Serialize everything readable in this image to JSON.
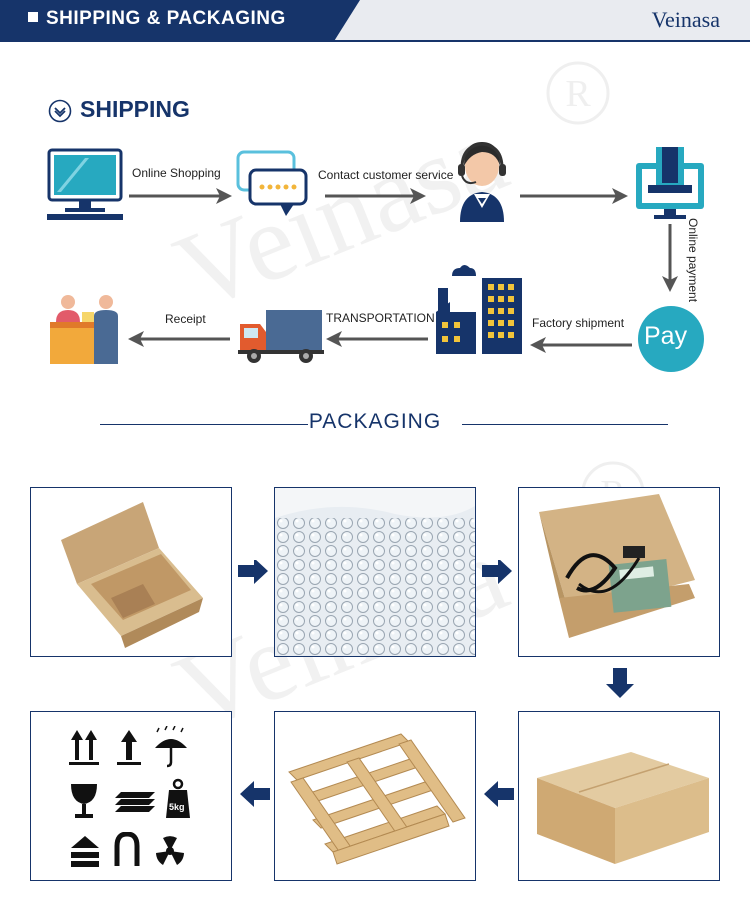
{
  "banner": {
    "title": "SHIPPING & PACKAGING",
    "brand": "Veinasa"
  },
  "shipping": {
    "title": "SHIPPING",
    "steps": {
      "online_shopping": "Online Shopping",
      "contact": "Contact customer service",
      "online_payment": "Online payment",
      "factory_shipment": "Factory shipment",
      "transportation": "TRANSPORTATION",
      "receipt": "Receipt"
    },
    "pay_label": "Pay"
  },
  "packaging": {
    "title": "PACKAGING",
    "scale_weight": "5kg"
  },
  "watermark": "Veinasa",
  "colors": {
    "navy": "#16346a",
    "teal": "#27a9c0",
    "kraft": "#d6b88a"
  }
}
